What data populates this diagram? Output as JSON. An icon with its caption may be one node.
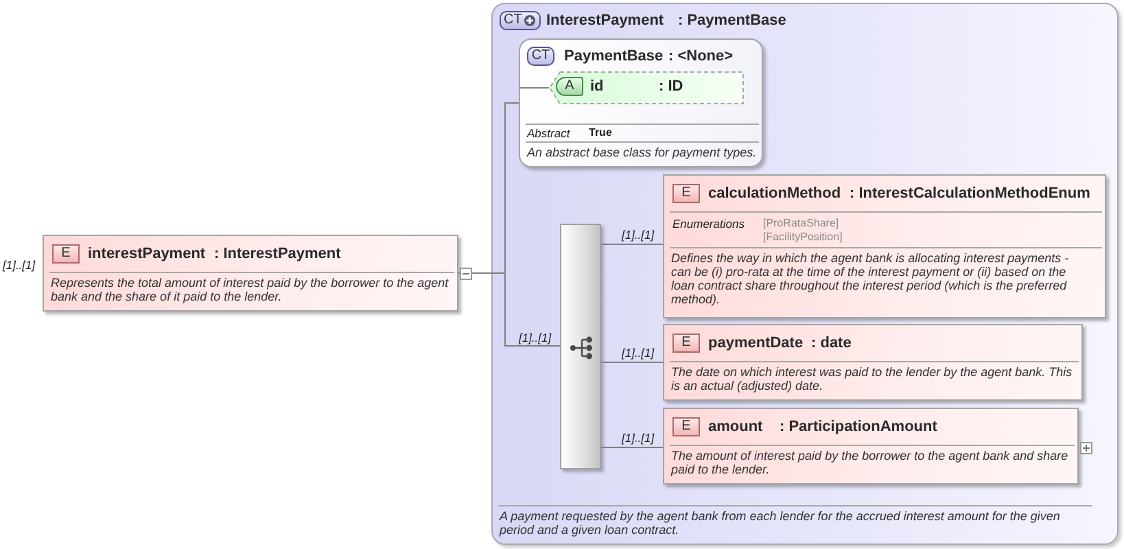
{
  "diagram": {
    "nodes": [
      {
        "text": [
          "E",
          "interestPayment",
          ": InterestPayment",
          "Represents the total amount of interest paid by the borrower to the agent bank and the share of it paid to the lender."
        ],
        "beside": [
          "[1]..[1]"
        ]
      },
      {
        "text": [
          "CT",
          "InterestPayment",
          ": PaymentBase",
          "A payment requested by the agent bank from each lender for the accrued interest amount for the given period and a given loan contract."
        ]
      },
      {
        "text": [
          "CT",
          "PaymentBase",
          ": <None>",
          "Abstract",
          "True",
          "An abstract base class for payment types."
        ],
        "in": 1
      },
      {
        "text": [
          "A",
          "id",
          ": ID"
        ],
        "in": 2
      },
      {
        "text": [],
        "shape": "bar",
        "in": 1
      },
      {
        "text": [
          "E",
          "calculationMethod",
          ": InterestCalculationMethodEnum",
          "Enumerations",
          "[ProRataShare]",
          "[FacilityPosition]",
          "Defines the way in which the agent bank is allocating interest payments - can be (i) pro-rata at the time of the interest payment or (ii) based on the loan contract share throughout the interest period (which is the preferred method)."
        ],
        "in": 1
      },
      {
        "text": [
          "E",
          "paymentDate",
          ": date",
          "The date on which interest was paid to the lender by the agent bank. This is an actual (adjusted) date."
        ],
        "in": 1
      },
      {
        "text": [
          "E",
          "amount",
          ": ParticipationAmount",
          "The amount of interest paid by the borrower to the agent bank and share paid to the lender."
        ],
        "in": 1
      }
    ],
    "edges": [
      {
        "from": 0,
        "to": 2,
        "arrow": "none"
      },
      {
        "from": 0,
        "to": 4,
        "arrow": "none",
        "label": "[1]..[1]"
      },
      {
        "from": 2,
        "to": 3,
        "arrow": "none"
      },
      {
        "from": 4,
        "to": 5,
        "arrow": "none",
        "label": "[1]..[1]"
      },
      {
        "from": 4,
        "to": 6,
        "arrow": "none",
        "label": "[1]..[1]"
      },
      {
        "from": 4,
        "to": 7,
        "arrow": "none",
        "label": "[1]..[1]"
      }
    ]
  }
}
